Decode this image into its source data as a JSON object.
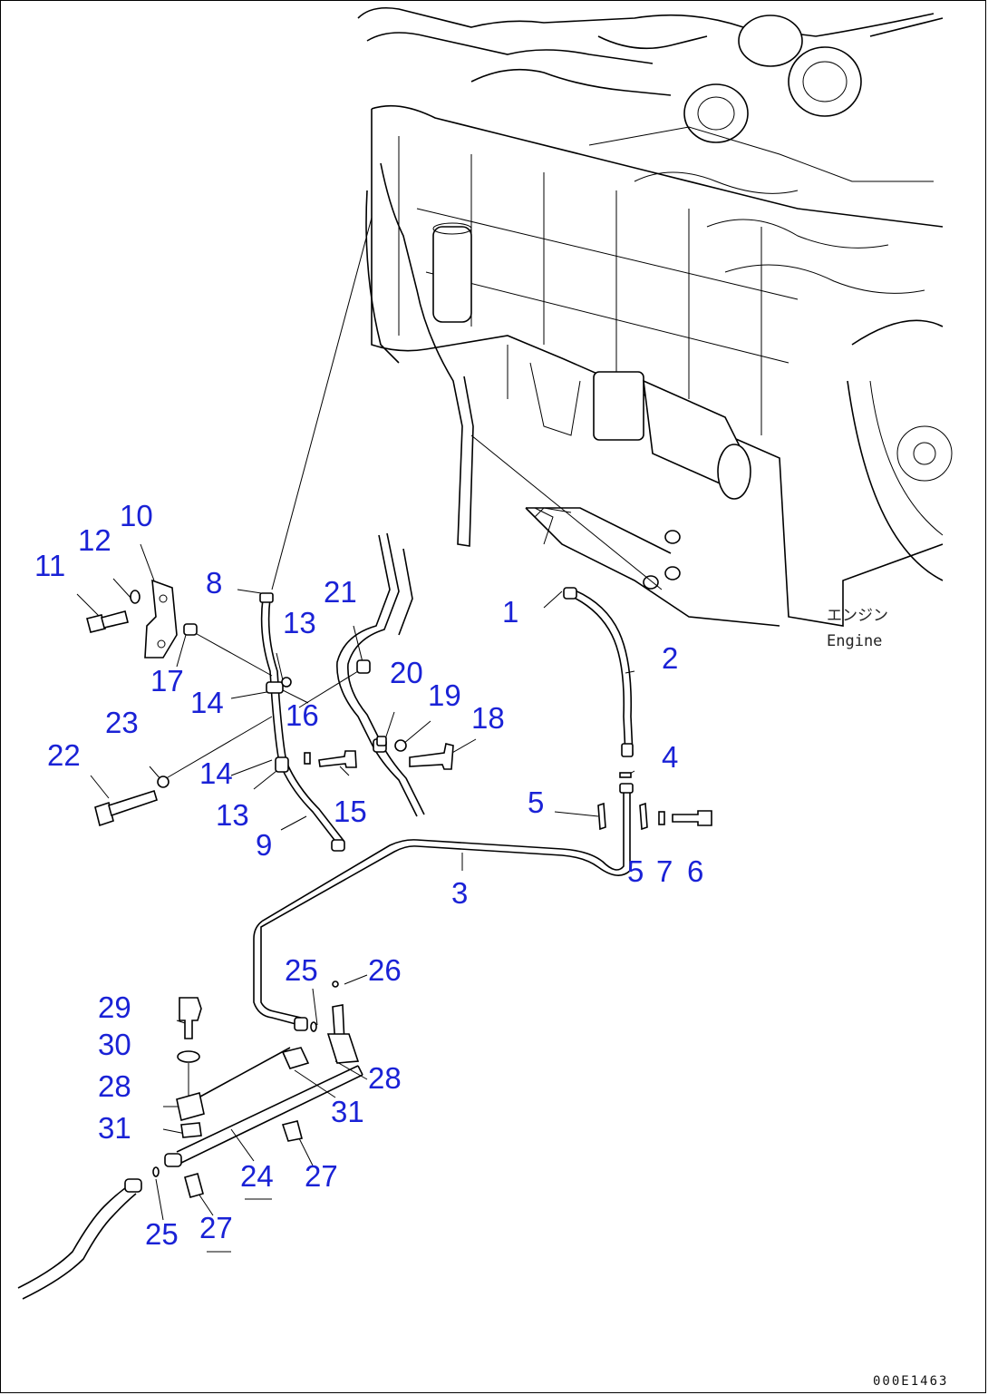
{
  "diagram": {
    "engine_label_jp": "エンジン",
    "engine_label_en": "Engine",
    "figure_number": "000E1463",
    "callouts": [
      {
        "id": "c1",
        "text": "1"
      },
      {
        "id": "c2",
        "text": "2"
      },
      {
        "id": "c3",
        "text": "3"
      },
      {
        "id": "c4",
        "text": "4"
      },
      {
        "id": "c5a",
        "text": "5"
      },
      {
        "id": "c5b",
        "text": "5"
      },
      {
        "id": "c6",
        "text": "6"
      },
      {
        "id": "c7",
        "text": "7"
      },
      {
        "id": "c8",
        "text": "8"
      },
      {
        "id": "c9",
        "text": "9"
      },
      {
        "id": "c10",
        "text": "10"
      },
      {
        "id": "c11",
        "text": "11"
      },
      {
        "id": "c12",
        "text": "12"
      },
      {
        "id": "c13a",
        "text": "13"
      },
      {
        "id": "c13b",
        "text": "13"
      },
      {
        "id": "c14a",
        "text": "14"
      },
      {
        "id": "c14b",
        "text": "14"
      },
      {
        "id": "c15",
        "text": "15"
      },
      {
        "id": "c16",
        "text": "16"
      },
      {
        "id": "c17",
        "text": "17"
      },
      {
        "id": "c18",
        "text": "18"
      },
      {
        "id": "c19",
        "text": "19"
      },
      {
        "id": "c20",
        "text": "20"
      },
      {
        "id": "c21",
        "text": "21"
      },
      {
        "id": "c22",
        "text": "22"
      },
      {
        "id": "c23",
        "text": "23"
      },
      {
        "id": "c24",
        "text": "24"
      },
      {
        "id": "c25a",
        "text": "25"
      },
      {
        "id": "c25b",
        "text": "25"
      },
      {
        "id": "c26",
        "text": "26"
      },
      {
        "id": "c27a",
        "text": "27"
      },
      {
        "id": "c27b",
        "text": "27"
      },
      {
        "id": "c28a",
        "text": "28"
      },
      {
        "id": "c28b",
        "text": "28"
      },
      {
        "id": "c29",
        "text": "29"
      },
      {
        "id": "c30",
        "text": "30"
      },
      {
        "id": "c31a",
        "text": "31"
      },
      {
        "id": "c31b",
        "text": "31"
      }
    ]
  }
}
